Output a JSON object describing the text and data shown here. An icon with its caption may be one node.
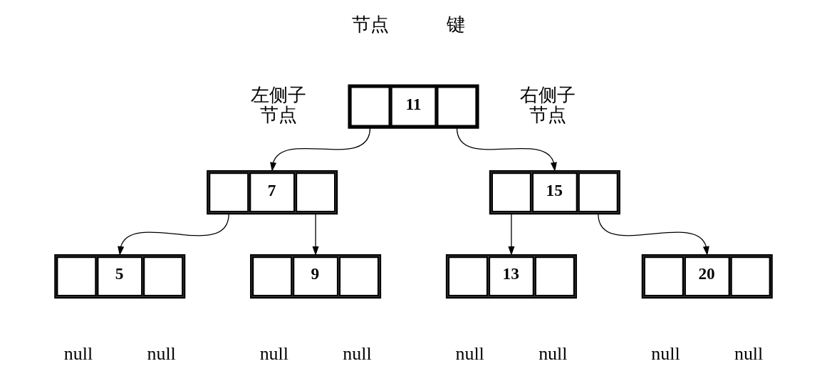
{
  "diagram": {
    "nodes": [
      {
        "text": [
          "11"
        ]
      },
      {
        "text": [
          "7"
        ]
      },
      {
        "text": [
          "15"
        ]
      },
      {
        "text": [
          "5"
        ],
        "beside": [
          "null",
          "null"
        ]
      },
      {
        "text": [
          "9"
        ],
        "beside": [
          "null",
          "null"
        ]
      },
      {
        "text": [
          "13"
        ],
        "beside": [
          "null",
          "null"
        ]
      },
      {
        "text": [
          "20"
        ],
        "beside": [
          "null",
          "null"
        ]
      }
    ],
    "edges": [
      {
        "from": 0,
        "to": 1,
        "arrow": "to"
      },
      {
        "from": 0,
        "to": 2,
        "arrow": "to"
      },
      {
        "from": 1,
        "to": 3,
        "arrow": "to"
      },
      {
        "from": 1,
        "to": 4,
        "arrow": "to"
      },
      {
        "from": 2,
        "to": 5,
        "arrow": "to"
      },
      {
        "from": 2,
        "to": 6,
        "arrow": "to"
      }
    ],
    "labels": [
      "节点",
      "键",
      "左侧子节点",
      "右侧子节点"
    ]
  }
}
